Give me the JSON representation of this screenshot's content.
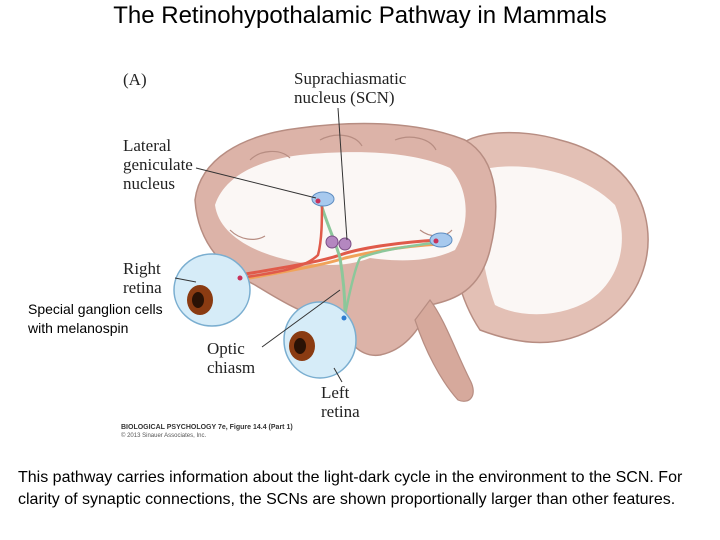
{
  "title": "The Retinohypothalamic Pathway in Mammals",
  "figure": {
    "panel_label": "(A)",
    "labels": {
      "scn": "Suprachiasmatic\nnucleus (SCN)",
      "lgn": "Lateral\ngeniculate\nnucleus",
      "right_retina": "Right\nretina",
      "optic_chiasm": "Optic\nchiasm",
      "left_retina": "Left\nretina"
    },
    "credit_line1": "BIOLOGICAL PSYCHOLOGY 7e, Figure 14.4 (Part 1)",
    "credit_line2": "© 2013 Sinauer Associates, Inc."
  },
  "annotation": "Special ganglion cells\nwith melanospin",
  "caption": "This pathway carries information about the light-dark cycle in the environment to the SCN. For clarity of synaptic connections, the SCNs are shown proportionally larger than other features.",
  "colors": {
    "brain_tissue": "#dcb3a8",
    "white_matter": "#fbf7f5",
    "eye": "#d6ecf8",
    "iris": "#8a3b12",
    "red_fiber": "#e05a4a",
    "orange_fiber": "#f0a35a",
    "green_fiber": "#8cc79a",
    "nucleus": "#a7c9ee"
  }
}
